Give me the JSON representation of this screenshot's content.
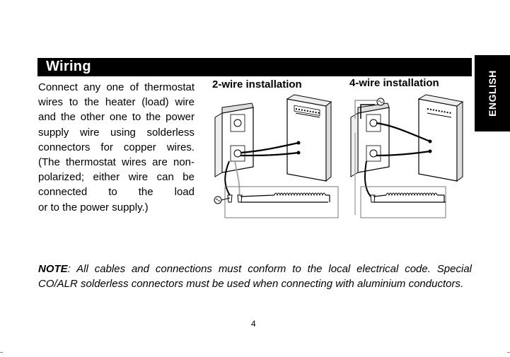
{
  "section_title": "Wiring",
  "language_tab": "ENGLISH",
  "body_lines": [
    "Connect any one of",
    "thermostat wires to the",
    "heater (load) wire and the",
    "other one to the power",
    "supply wire using solderless",
    "connectors for copper wires.",
    "(The thermostat wires are",
    "non-polarized; either wire",
    "can be connected to the load"
  ],
  "body_last_line": "or to the power supply.)",
  "figure_2wire_title": "2-wire installation",
  "figure_4wire_title": "4-wire installation",
  "note_label": "NOTE",
  "note_text": ": All cables and connections must conform to the local electrical code. Special CO/ALR solderless connectors must be used when connecting with aluminium conductors.",
  "page_number": "4"
}
